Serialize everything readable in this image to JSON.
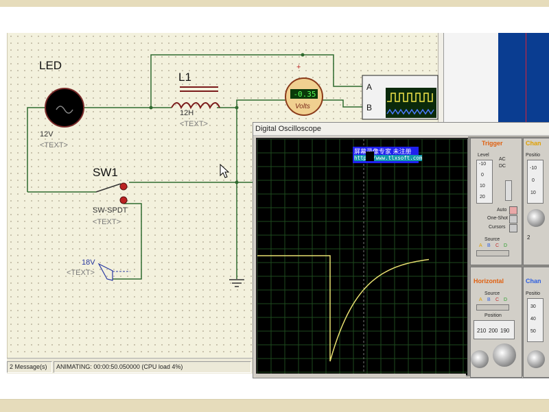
{
  "schematic": {
    "led": {
      "name": "LED",
      "value": "12V",
      "text": "<TEXT>"
    },
    "inductor": {
      "name": "L1",
      "value": "12H",
      "text": "<TEXT>"
    },
    "switch": {
      "name": "SW1",
      "type": "SW-SPDT",
      "text": "<TEXT>"
    },
    "power": {
      "value": "18V",
      "text": "<TEXT>"
    },
    "voltmeter": {
      "reading": "-0.35",
      "unit": "Volts",
      "plus": "+"
    },
    "scope_channels": [
      "A",
      "B"
    ]
  },
  "status": {
    "messages": "2 Message(s)",
    "animating": "ANIMATING: 00:00:50.050000 (CPU load 4%)"
  },
  "oscilloscope": {
    "title": "Digital Oscilloscope",
    "watermark_line1": "屏幕录像专家      未注册",
    "watermark_line2": "http://www.tlxsoft.com",
    "trigger": {
      "title": "Trigger",
      "level_label": "Level",
      "ac": "AC",
      "dc": "DC",
      "level_ticks": [
        "-10",
        "0",
        "10",
        "20"
      ],
      "auto": "Auto",
      "one_shot": "One-Shot",
      "cursors": "Cursors",
      "source_label": "Source",
      "source_options": [
        "A",
        "B",
        "C",
        "D"
      ]
    },
    "horizontal": {
      "title": "Horizontal",
      "source_label": "Source",
      "source_options": [
        "A",
        "B",
        "C",
        "D"
      ],
      "position_label": "Position",
      "position_ticks": [
        "210",
        "200",
        "190"
      ]
    },
    "channel": {
      "title": "Chan",
      "position_label": "Positio",
      "ticks1": [
        "-10",
        "0",
        "10"
      ],
      "ticks2": [
        "30",
        "40",
        "50"
      ],
      "value": "2",
      "ch2_title": "Chan",
      "ch2_position": "Positio"
    },
    "trace_color": "#e8e070"
  }
}
